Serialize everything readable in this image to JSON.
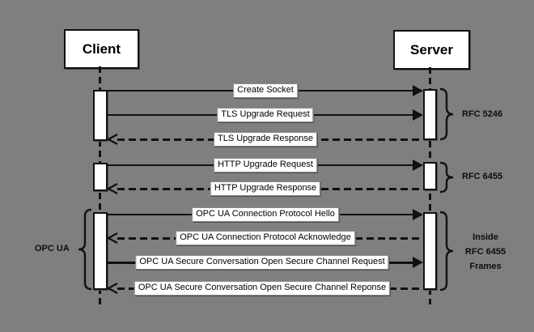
{
  "colors": {
    "background": "#7f7f7f",
    "box_fill": "#ffffff",
    "ink": "#111111"
  },
  "actors": [
    {
      "name": "Client"
    },
    {
      "name": "Server"
    }
  ],
  "messages": [
    {
      "label": "Create Socket",
      "from": "Client",
      "to": "Server",
      "style": "solid"
    },
    {
      "label": "TLS Upgrade Request",
      "from": "Client",
      "to": "Server",
      "style": "solid"
    },
    {
      "label": "TLS Upgrade Response",
      "from": "Server",
      "to": "Client",
      "style": "dashed"
    },
    {
      "label": "HTTP Upgrade Request",
      "from": "Client",
      "to": "Server",
      "style": "solid"
    },
    {
      "label": "HTTP Upgrade Response",
      "from": "Server",
      "to": "Client",
      "style": "dashed"
    },
    {
      "label": "OPC UA Connection Protocol Hello",
      "from": "Client",
      "to": "Server",
      "style": "solid"
    },
    {
      "label": "OPC UA Connection Protocol Acknowledge",
      "from": "Server",
      "to": "Client",
      "style": "dashed"
    },
    {
      "label": "OPC UA Secure Conversation Open Secure Channel Request",
      "from": "Client",
      "to": "Server",
      "style": "solid"
    },
    {
      "label": "OPC UA Secure Conversation Open Secure Channel Reponse",
      "from": "Server",
      "to": "Client",
      "style": "dashed"
    }
  ],
  "annotations": {
    "rfc5246": {
      "label": "RFC 5246"
    },
    "rfc6455": {
      "label": "RFC 6455"
    },
    "inside_frames": {
      "lines": [
        "Inside",
        "RFC 6455",
        "Frames"
      ]
    },
    "opc_ua": {
      "label": "OPC UA"
    }
  }
}
